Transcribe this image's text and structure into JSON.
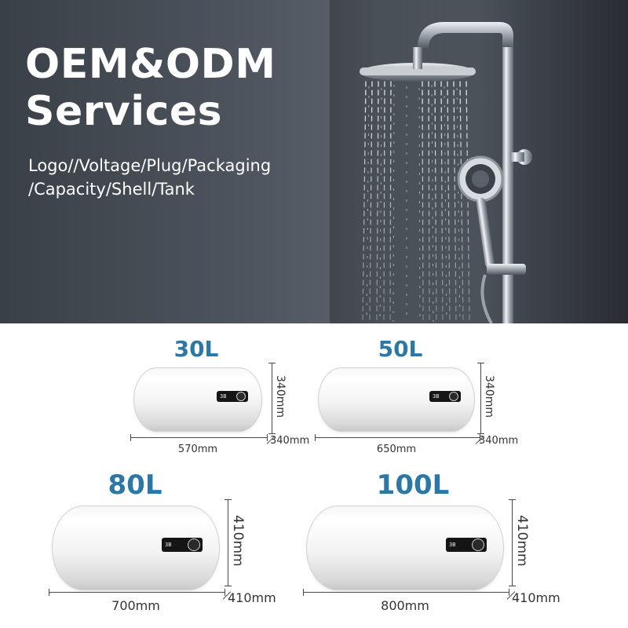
{
  "hero": {
    "title_line1": "OEM&ODM",
    "title_line2": "Services",
    "subtitle_line1": "Logo//Voltage/Plug/Packaging",
    "subtitle_line2": "/Capacity/Shell/Tank"
  },
  "products": [
    {
      "capacity": "30L",
      "length": "570mm",
      "height": "340mm",
      "depth": "340mm"
    },
    {
      "capacity": "50L",
      "length": "650mm",
      "height": "340mm",
      "depth": "340mm"
    },
    {
      "capacity": "80L",
      "length": "700mm",
      "height": "410mm",
      "depth": "410mm"
    },
    {
      "capacity": "100L",
      "length": "800mm",
      "height": "410mm",
      "depth": "410mm"
    }
  ],
  "colors": {
    "capacity_label": "#2a78a8",
    "hero_background": "#4b525b",
    "hero_text": "#ffffff"
  },
  "display_readout": "3B"
}
